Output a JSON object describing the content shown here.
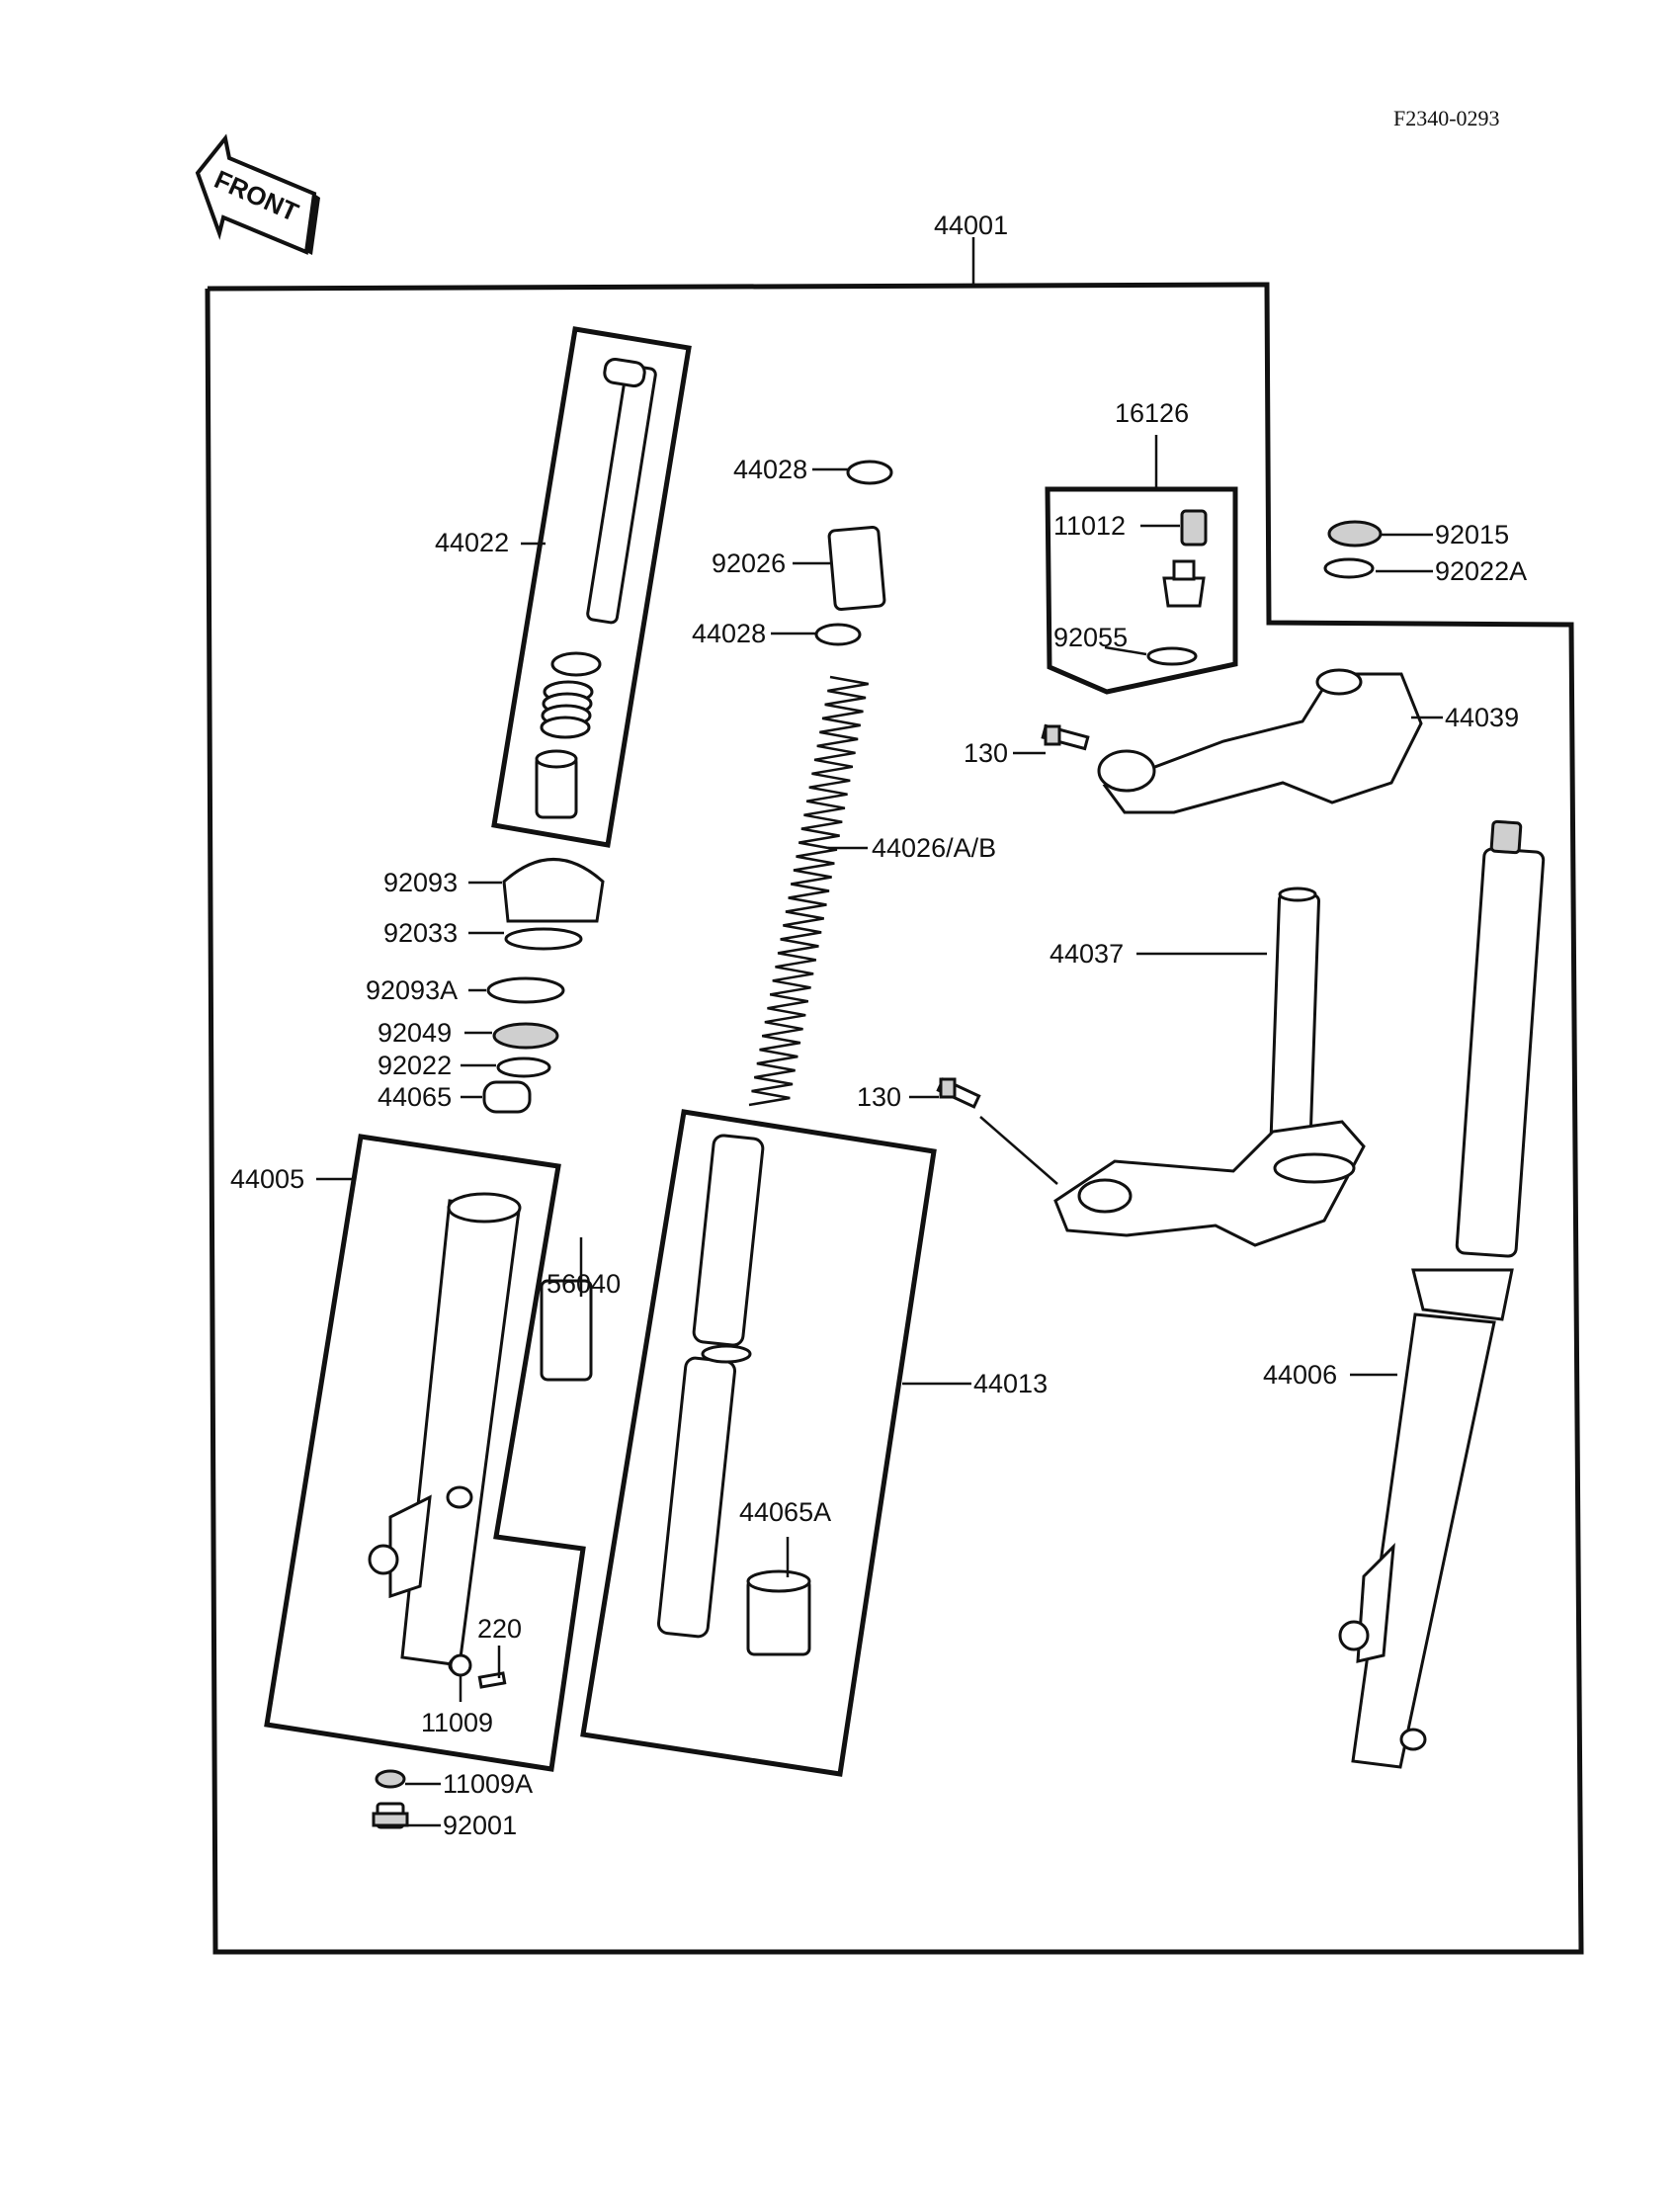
{
  "figure_code": "F2340-0293",
  "front_arrow_text": "FRONT",
  "labels": {
    "p44001": "44001",
    "p44022": "44022",
    "p44028a": "44028",
    "p92026": "92026",
    "p44028b": "44028",
    "p16126": "16126",
    "p11012": "11012",
    "p92055": "92055",
    "p92015": "92015",
    "p92022A": "92022A",
    "p44039": "44039",
    "p130a": "130",
    "p44026": "44026/A/B",
    "p92093": "92093",
    "p92033": "92033",
    "p92093A": "92093A",
    "p92049": "92049",
    "p92022": "92022",
    "p44065": "44065",
    "p44037": "44037",
    "p130b": "130",
    "p44005": "44005",
    "p56040": "56040",
    "p44013": "44013",
    "p44006": "44006",
    "p44065A": "44065A",
    "p220": "220",
    "p11009": "11009",
    "p11009A": "11009A",
    "p92001": "92001"
  }
}
